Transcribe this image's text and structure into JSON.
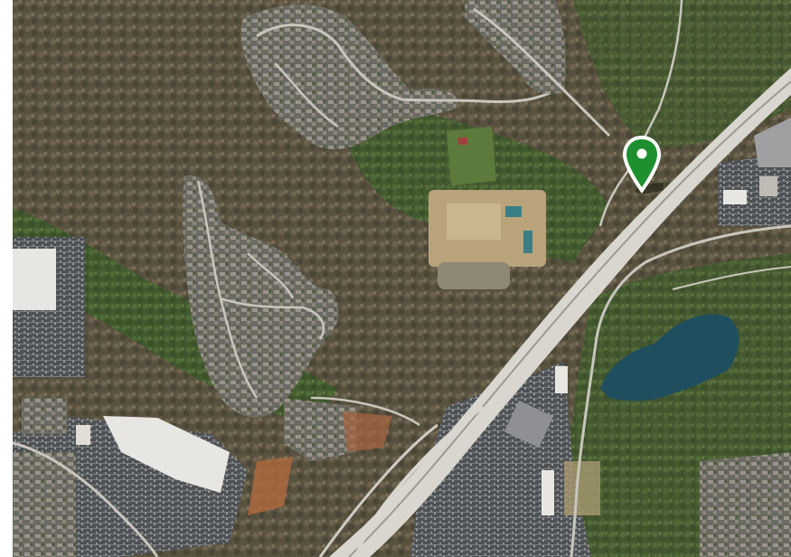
{
  "map": {
    "view": "satellite",
    "colors": {
      "forest_dark": "#3f4a30",
      "forest_brown": "#6b5f4a",
      "forest_green": "#4e6a35",
      "road": "#c9c6bd",
      "highway": "#d8d6cf",
      "roof_light": "#e8e6e2",
      "parking": "#5a5c5e",
      "lake": "#1f4f5f",
      "clearing": "#b8a37a",
      "pin": "#1e8f2f"
    },
    "features": {
      "highway": "interstate-highway",
      "lake": "pond",
      "subdivisions": [
        "subdivision-north",
        "subdivision-west"
      ],
      "commercial": [
        "retail-plaza-left",
        "retail-plaza-south",
        "industrial-park-east"
      ],
      "construction": "construction-site"
    },
    "marker": {
      "icon": "location-pin-icon",
      "color": "#1e8f2f"
    }
  }
}
